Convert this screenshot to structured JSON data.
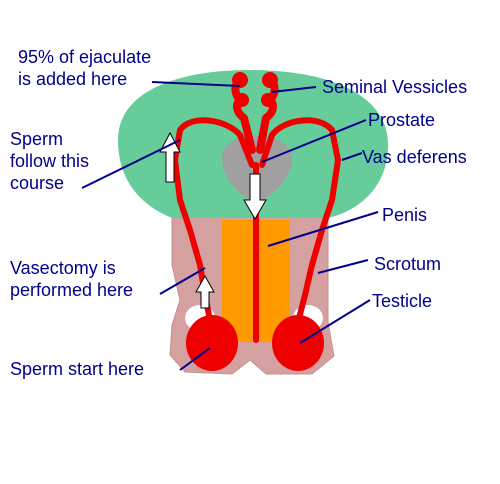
{
  "diagram": {
    "labels": {
      "ejaculate": "95% of ejaculate\nis added here",
      "seminal_vesicles": "Seminal Vessicles",
      "prostate": "Prostate",
      "vas_deferens": "Vas deferens",
      "sperm_course": "Sperm\nfollow this\ncourse",
      "penis": "Penis",
      "scrotum": "Scrotum",
      "vasectomy": "Vasectomy is\nperformed here",
      "testicle": "Testicle",
      "sperm_start": "Sperm start here"
    },
    "colors": {
      "bladder": "#66cc99",
      "body": "#d4a0a0",
      "body_outline": "#c89090",
      "prostate": "#a0a0a0",
      "penis": "#ff9900",
      "duct": "#ee0000",
      "arrow": "#ffffff",
      "label_text": "#00008b",
      "pointer_line": "#00008b"
    }
  }
}
